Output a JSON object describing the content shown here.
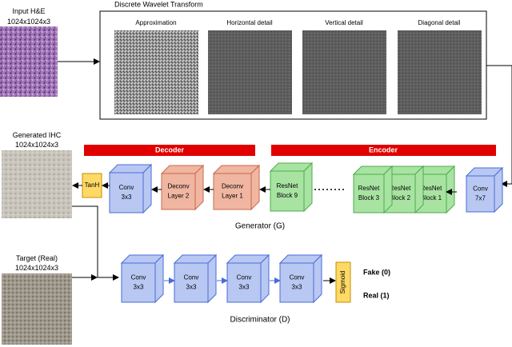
{
  "input_image": {
    "title": "Input H&E",
    "size": "1024x1024x3",
    "color": "#8e5aa8"
  },
  "dwt": {
    "title": "Discrete Wavelet Transform",
    "panels": [
      "Approximation",
      "Horizontal detail",
      "Vertical detail",
      "Diagonal detail"
    ]
  },
  "banners": {
    "decoder": "Decoder",
    "encoder": "Encoder",
    "color": "#e00000"
  },
  "generated_image": {
    "title": "Generated IHC",
    "size": "1024x1024x3"
  },
  "target_image": {
    "title": "Target (Real)",
    "size": "1024x1024x3"
  },
  "generator": {
    "label": "Generator (G)",
    "tanh": "TanH",
    "conv_out": [
      "Conv",
      "3x3"
    ],
    "deconv2": [
      "Deconv",
      "Layer 2"
    ],
    "deconv1": [
      "Deconv",
      "Layer 1"
    ],
    "resnet9": [
      "ResNet",
      "Block 9"
    ],
    "resnet3": [
      "ResNet",
      "Block 3"
    ],
    "resnet2": [
      "ResNet",
      "Block 2"
    ],
    "resnet1": [
      "ResNet",
      "Block 1"
    ],
    "conv_in": [
      "Conv",
      "7x7"
    ]
  },
  "discriminator": {
    "label": "Discriminator (D)",
    "convs": [
      [
        "Conv",
        "3x3"
      ],
      [
        "Conv",
        "3x3"
      ],
      [
        "Conv",
        "3x3"
      ],
      [
        "Conv",
        "3x3"
      ]
    ],
    "sigmoid": "Sigmoid",
    "fake": "Fake (0)",
    "real": "Real (1)"
  },
  "colors": {
    "conv_fill": "#b8c8f2",
    "conv_stroke": "#4a6bd8",
    "deconv_fill": "#f0b6a2",
    "deconv_stroke": "#c8694c",
    "resnet_fill": "#a8e3a2",
    "resnet_stroke": "#4cae4c",
    "tanh_fill": "#ffd966",
    "tanh_stroke": "#c09000"
  }
}
